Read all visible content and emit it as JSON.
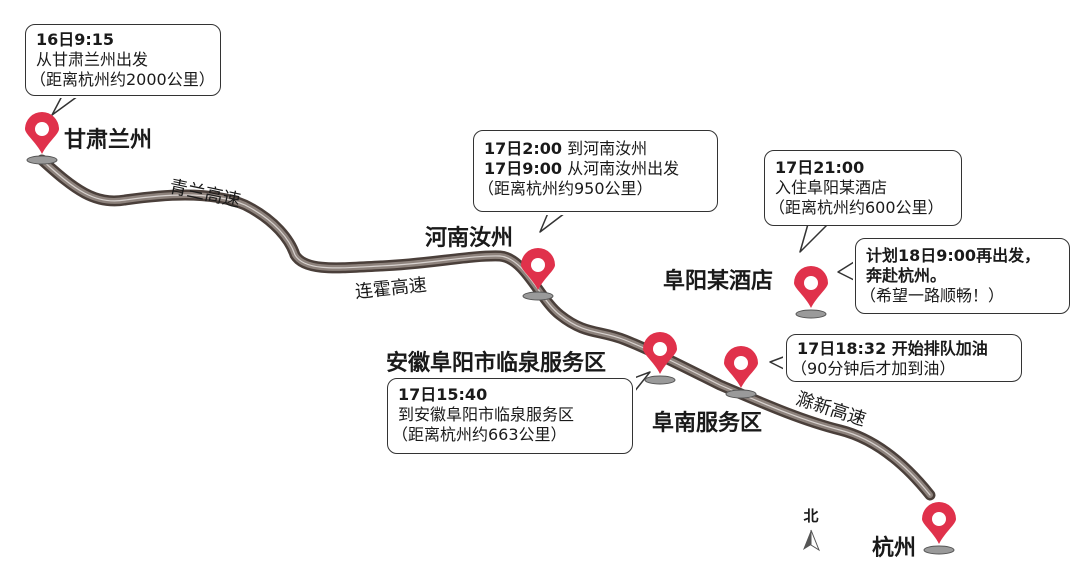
{
  "colors": {
    "route": "#7d726c",
    "route_edge": "#4a3f3a",
    "pin": "#e0314b",
    "pin_shadow": "#9a9a9a"
  },
  "places": {
    "lanzhou": "甘肃兰州",
    "ruzhou": "河南汝州",
    "hotel": "阜阳某酒店",
    "service_area": "安徽阜阳市临泉服务区",
    "funan": "阜南服务区",
    "hangzhou": "杭州"
  },
  "roads": {
    "qinglan": "青兰高速",
    "lianhuo": "连霍高速",
    "chuxin": "滁新高速"
  },
  "callouts": {
    "lanzhou": {
      "line1": "16日9:15",
      "line2": "从甘肃兰州出发",
      "line3": "（距离杭州约2000公里）"
    },
    "ruzhou": {
      "line1_bold": "17日2:00",
      "line1_rest": " 到河南汝州",
      "line2_bold": "17日9:00",
      "line2_rest": " 从河南汝州出发",
      "line3": "（距离杭州约950公里）"
    },
    "hotel": {
      "line1": "17日21:00",
      "line2": "入住阜阳某酒店",
      "line3": "（距离杭州约600公里）"
    },
    "plan": {
      "line1": "计划18日9:00再出发，",
      "line2": "奔赴杭州。",
      "line3": "（希望一路顺畅！）"
    },
    "service_area": {
      "line1": "17日15:40",
      "line2": "到安徽阜阳市临泉服务区",
      "line3": "（距离杭州约663公里）"
    },
    "funan": {
      "line1": "17日18:32 开始排队加油",
      "line2": "（90分钟后才加到油）"
    }
  },
  "compass": {
    "label": "北",
    "icon": "north-arrow-icon"
  }
}
